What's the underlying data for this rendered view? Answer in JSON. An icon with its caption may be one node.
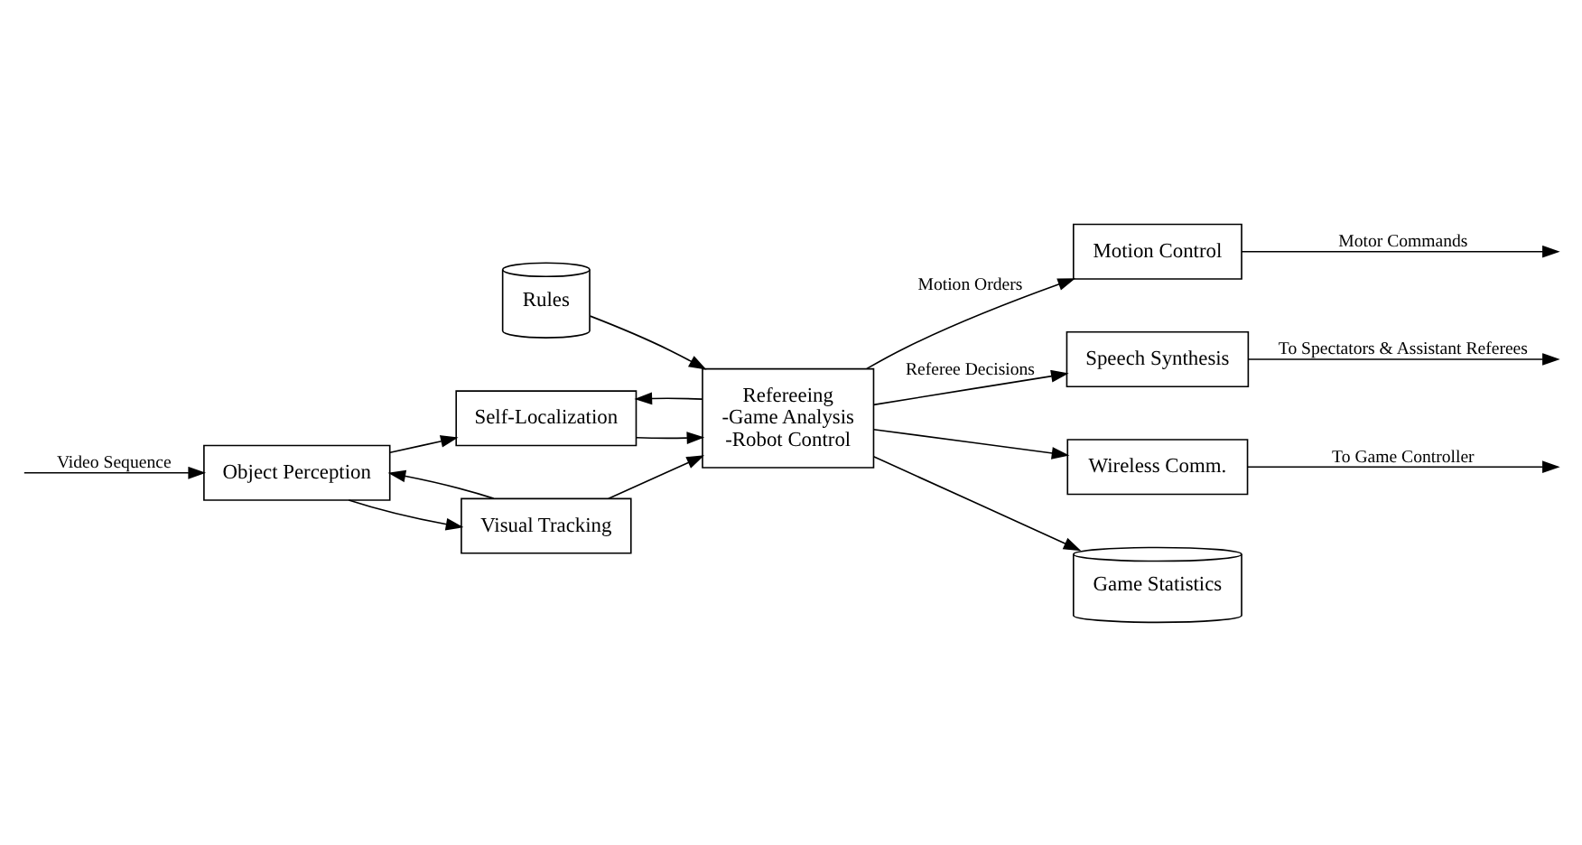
{
  "diagram": {
    "nodes": [
      {
        "text": [
          "Object Perception"
        ]
      },
      {
        "text": [
          "Self-Localization"
        ]
      },
      {
        "text": [
          "Visual Tracking"
        ]
      },
      {
        "text": [
          "Refereeing",
          "-Game Analysis",
          "-Robot Control"
        ]
      },
      {
        "text": [
          "Motion Control"
        ]
      },
      {
        "text": [
          "Speech Synthesis"
        ]
      },
      {
        "text": [
          "Wireless Comm."
        ]
      },
      {
        "text": [
          "Rules"
        ]
      },
      {
        "text": [
          "Game Statistics"
        ]
      }
    ],
    "edges": [
      {
        "from": null,
        "to": 0,
        "arrow": "to",
        "label": "Video Sequence"
      },
      {
        "from": 0,
        "to": 1,
        "arrow": "to"
      },
      {
        "from": 0,
        "to": 2,
        "arrow": "to"
      },
      {
        "from": 1,
        "to": 3,
        "arrow": "to"
      },
      {
        "from": 2,
        "to": 3,
        "arrow": "to"
      },
      {
        "from": 2,
        "to": 0,
        "arrow": "to"
      },
      {
        "from": 3,
        "to": 4,
        "arrow": "to",
        "label": "Motion Orders"
      },
      {
        "from": 3,
        "to": 1,
        "arrow": "to"
      },
      {
        "from": 4,
        "to": null,
        "arrow": "to",
        "label": "Motor Commands"
      },
      {
        "from": 3,
        "to": 5,
        "arrow": "to",
        "label": "Referee Decisions"
      },
      {
        "from": 3,
        "to": 6,
        "arrow": "to"
      },
      {
        "from": 5,
        "to": null,
        "arrow": "to",
        "label": "To Spectators & Assistant Referees"
      },
      {
        "from": 6,
        "to": null,
        "arrow": "to",
        "label": "To Game Controller"
      },
      {
        "from": 7,
        "to": 3,
        "arrow": "to"
      },
      {
        "from": 3,
        "to": 8,
        "arrow": "to"
      }
    ]
  }
}
